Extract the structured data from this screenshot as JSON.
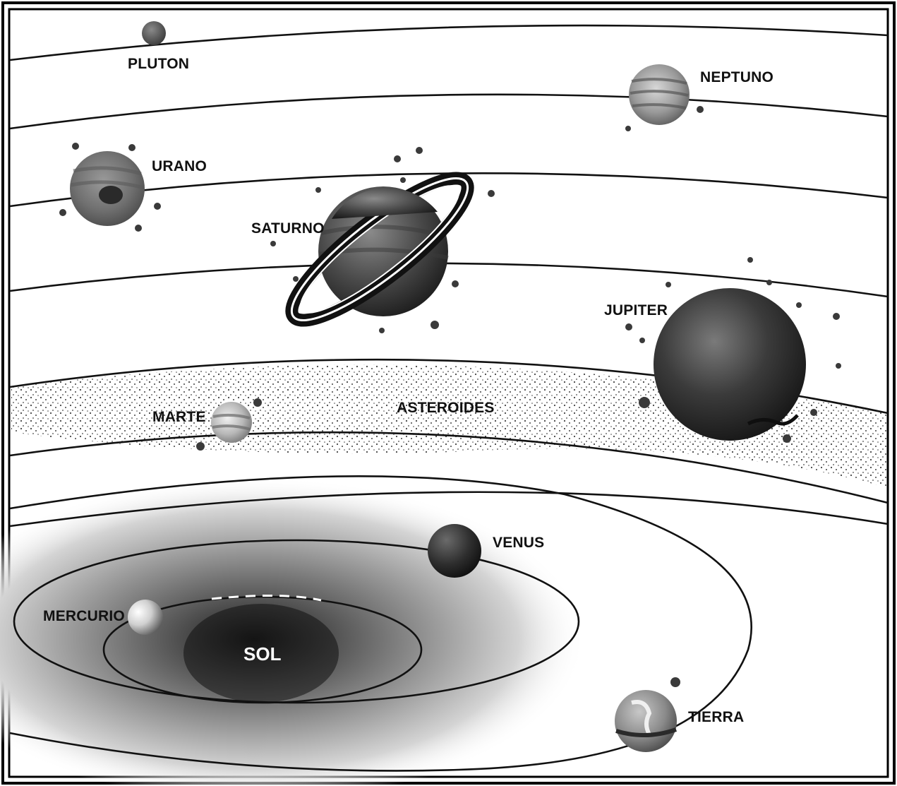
{
  "diagram": {
    "labels": {
      "pluto": "PLUTON",
      "neptune": "NEPTUNO",
      "uranus": "URANO",
      "saturn": "SATURNO",
      "jupiter": "JUPITER",
      "asteroids": "ASTEROIDES",
      "mars": "MARTE",
      "venus": "VENUS",
      "mercury": "MERCURIO",
      "sun": "SOL",
      "earth": "TIERRA"
    }
  }
}
